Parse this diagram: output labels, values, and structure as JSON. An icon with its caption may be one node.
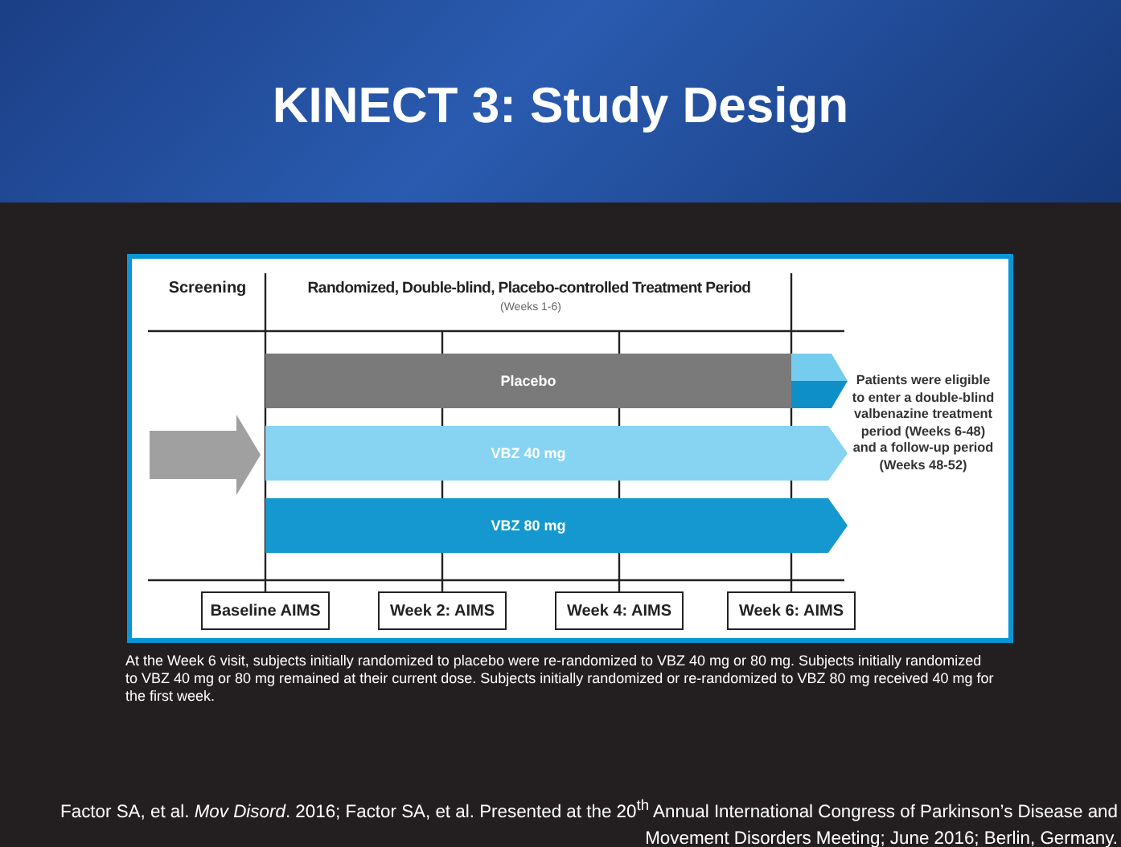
{
  "diagram": {
    "title": "KINECT 3: Study Design",
    "nodes": [
      {
        "text": [
          "Placebo"
        ]
      },
      {
        "text": [
          "VBZ 40 mg"
        ]
      },
      {
        "text": [
          "VBZ 80 mg"
        ]
      },
      {
        "text": [
          "Baseline AIMS"
        ]
      },
      {
        "text": [
          "Week 2: AIMS"
        ]
      },
      {
        "text": [
          "Week 4: AIMS"
        ]
      },
      {
        "text": [
          "Week 6: AIMS"
        ]
      }
    ],
    "labels": [
      "Screening",
      "Randomized, Double-blind, Placebo-controlled Treatment Period",
      "(Weeks 1-6)",
      "Patients were eligible to enter a double-blind valbenazine treatment period (Weeks 6-48) and a follow-up period (Weeks 48-52)",
      "At the Week 6 visit, subjects initially randomized to placebo were re-randomized to VBZ 40 mg or 80 mg. Subjects initially randomized to VBZ 40 mg or 80 mg remained at their current dose. Subjects initially randomized or re-randomized to VBZ 80 mg received 40 mg for the first week.",
      "Factor SA, et al. *Mov Disord*. 2016; Factor SA, et al. Presented at the 20$^{th}$ Annual International Congress of Parkinson’s Disease and Movement Disorders Meeting; June 2016; Berlin, Germany."
    ]
  }
}
